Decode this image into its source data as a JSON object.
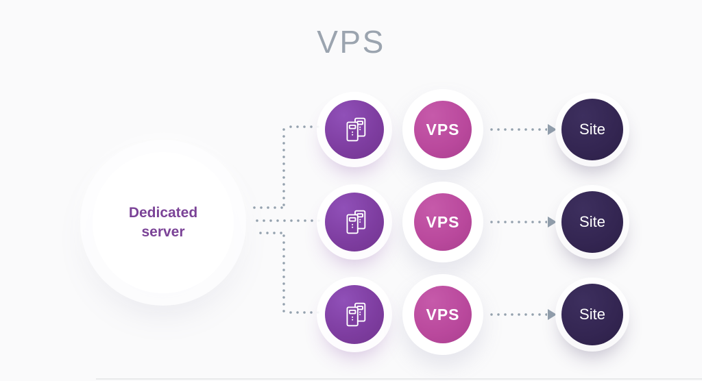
{
  "title": "VPS",
  "hub": {
    "label": "Dedicated server"
  },
  "rows": [
    {
      "vps_label": "VPS",
      "site_label": "Site"
    },
    {
      "vps_label": "VPS",
      "site_label": "Site"
    },
    {
      "vps_label": "VPS",
      "site_label": "Site"
    }
  ],
  "icons": {
    "server_circle": "server-towers-icon"
  },
  "colors": {
    "bg": "#fafafb",
    "title-text": "#9ba4af",
    "hub-text": "#7b4397",
    "purple": "#7e3da0",
    "purple-light": "#9050b8",
    "purple-dark": "#72348f",
    "pink": "#b9489c",
    "pink-light": "#c65aaa",
    "pink-dark": "#a93f8e",
    "dark": "#332551",
    "dark-light": "#3d2f5e",
    "dark-dark": "#2b1f45",
    "line": "#93a0ad",
    "icon-stroke": "#ffffff"
  }
}
